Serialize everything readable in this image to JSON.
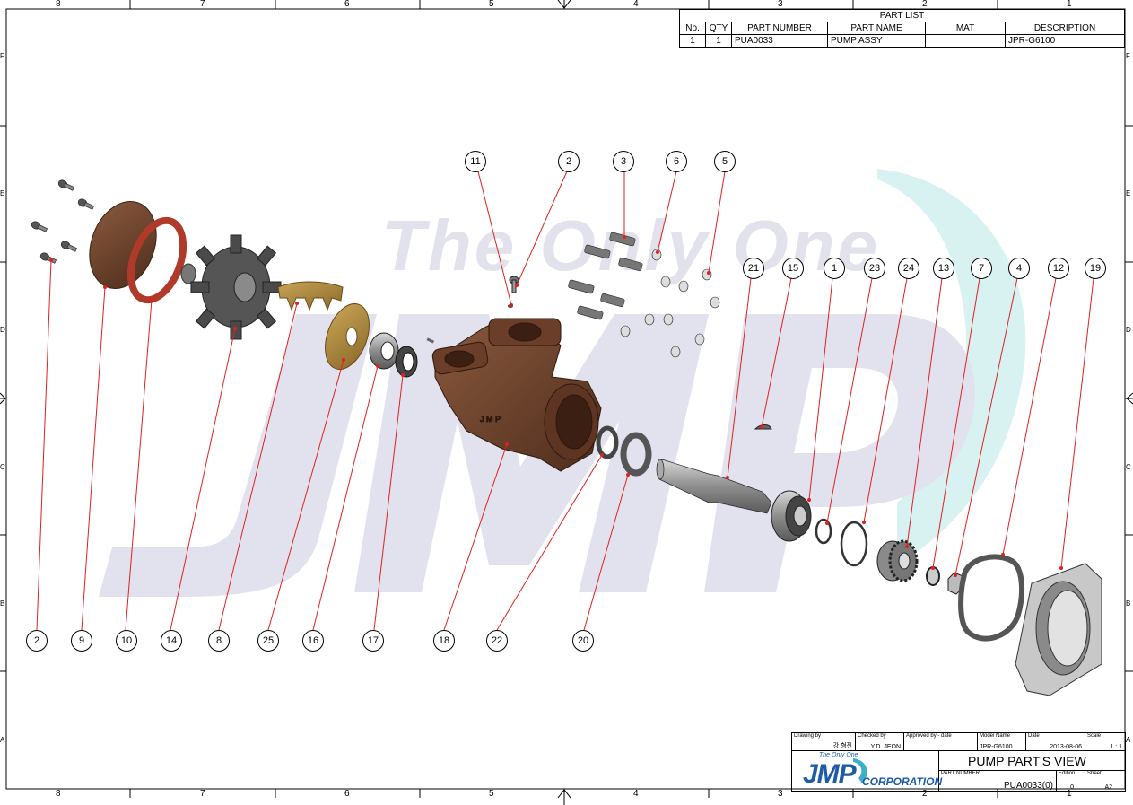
{
  "zones": {
    "columns": [
      "8",
      "7",
      "6",
      "5",
      "4",
      "3",
      "2",
      "1"
    ],
    "rows": [
      "F",
      "E",
      "D",
      "C",
      "B",
      "A"
    ]
  },
  "watermark": {
    "tagline": "The Only One",
    "logo_letters": "JMP"
  },
  "part_list": {
    "title": "PART LIST",
    "headers": [
      "No.",
      "QTY",
      "PART NUMBER",
      "PART NAME",
      "MAT",
      "DESCRIPTION"
    ],
    "rows": [
      [
        "1",
        "1",
        "PUA0033",
        "PUMP ASSY",
        "",
        "JPR-G6100"
      ]
    ]
  },
  "balloons": [
    "11",
    "2",
    "3",
    "6",
    "5",
    "21",
    "15",
    "1",
    "23",
    "24",
    "13",
    "7",
    "4",
    "12",
    "19",
    "2",
    "9",
    "10",
    "14",
    "8",
    "25",
    "16",
    "17",
    "18",
    "22",
    "20"
  ],
  "title_block": {
    "drawing_by_label": "Drawing by",
    "drawing_by_value": "강 형진",
    "checked_by_label": "Checked by",
    "checked_by_value": "Y.D. JEON",
    "approved_label": "Approved by - date",
    "approved_value": "",
    "model_name_label": "Model Name",
    "model_name_value": "JPR-G6100",
    "date_label": "Date",
    "date_value": "2013-08-06",
    "scale_label": "Scale",
    "scale_value": "1 : 1",
    "drawing_title": "PUMP PART'S VIEW",
    "part_number_label": "PART NUMBER",
    "part_number_value": "PUA0033(0)",
    "edition_label": "Edition",
    "edition_value": "0",
    "sheet_label": "Sheet",
    "sheet_value": "A2",
    "logo_tagline": "The Only One",
    "logo_mark": "JMP",
    "logo_corporation": "CORPORATION"
  },
  "colors": {
    "leader": "#e02020",
    "bronze": "#7a4a30",
    "brass": "#b08a3c",
    "rubber": "#4a4a4a",
    "gasket": "#b03a2a",
    "watermark_gray": "#e0e0ec",
    "watermark_cyan": "#d8f2f2",
    "brand_blue": "#1d5aa8"
  }
}
